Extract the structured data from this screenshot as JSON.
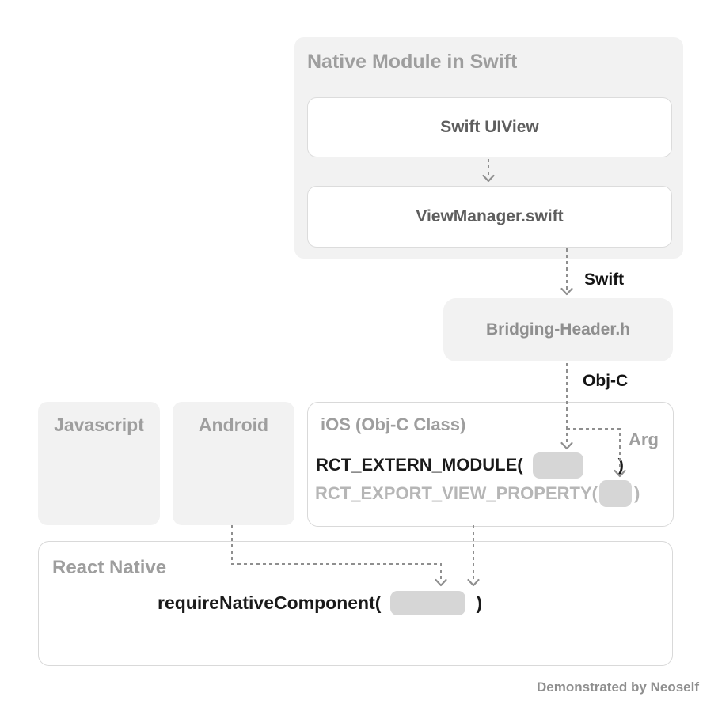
{
  "colors": {
    "container_bg": "#f2f2f2",
    "box_border": "#dcdcdc",
    "panel_border": "#d9d9d9",
    "placeholder_bg": "#d6d6d6",
    "heading_gray": "#9e9e9e",
    "code_black": "#1a1a1a",
    "code_muted": "#b6b6b6",
    "arrow_gray": "#8f8f8f"
  },
  "swift_module": {
    "title": "Native Module in Swift",
    "swift_uiview_label": "Swift UIView",
    "viewmanager_label": "ViewManager.swift"
  },
  "bridging_header": {
    "label": "Bridging-Header.h"
  },
  "arrow_labels": {
    "swift": "Swift",
    "objc": "Obj-C",
    "arg": "Arg"
  },
  "platform_boxes": {
    "javascript": "Javascript",
    "android": "Android"
  },
  "ios_box": {
    "title": "iOS (Obj-C Class)",
    "extern_module_open": "RCT_EXTERN_MODULE(",
    "extern_module_close": ")",
    "export_view_property_open": "RCT_EXPORT_VIEW_PROPERTY(",
    "export_view_property_close": ")"
  },
  "react_native_box": {
    "title": "React Native",
    "require_native_component_open": "requireNativeComponent(",
    "require_native_component_close": ")"
  },
  "footer": {
    "credit": "Demonstrated by Neoself"
  }
}
